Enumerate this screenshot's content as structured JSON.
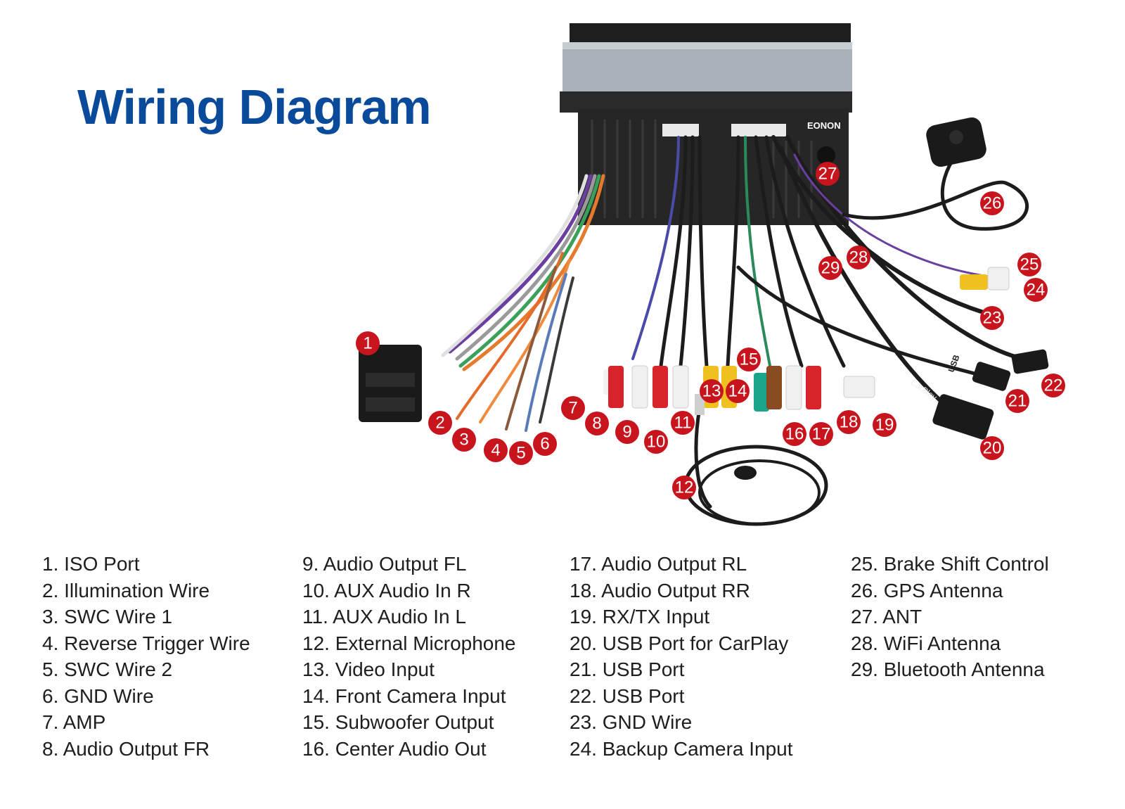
{
  "title": "Wiring Diagram",
  "colors": {
    "title": "#0a4a9a",
    "callout": "#c8141c",
    "unit_body": "#222222",
    "unit_top": "#a7b0b8",
    "cable": "#1c1c1c"
  },
  "brand": "EONON",
  "legend": [
    [
      "1. ISO Port",
      "2. Illumination Wire",
      "3. SWC Wire 1",
      "4. Reverse Trigger Wire",
      "5. SWC Wire 2",
      "6. GND Wire",
      "7. AMP",
      "8. Audio Output FR"
    ],
    [
      "9. Audio Output FL",
      "10. AUX Audio In R",
      "11. AUX Audio In L",
      "12. External Microphone",
      "13. Video Input",
      "14. Front Camera Input",
      "15. Subwoofer Output",
      "16. Center Audio Out"
    ],
    [
      "17. Audio Output RL",
      "18. Audio Output RR",
      "19. RX/TX Input",
      "20. USB Port for CarPlay",
      "21. USB Port",
      "22. USB Port",
      "23. GND Wire",
      "24. Backup Camera Input"
    ],
    [
      "25. Brake Shift Control",
      "26. GPS Antenna",
      "27. ANT",
      "28. WiFi Antenna",
      "29. Bluetooth Antenna"
    ]
  ],
  "callouts": [
    "1",
    "2",
    "3",
    "4",
    "5",
    "6",
    "7",
    "8",
    "9",
    "10",
    "11",
    "12",
    "13",
    "14",
    "15",
    "16",
    "17",
    "18",
    "19",
    "20",
    "21",
    "22",
    "23",
    "24",
    "25",
    "26",
    "27",
    "28",
    "29"
  ],
  "cable_labels": {
    "carplay": "CarPlay",
    "usb": "USB"
  }
}
